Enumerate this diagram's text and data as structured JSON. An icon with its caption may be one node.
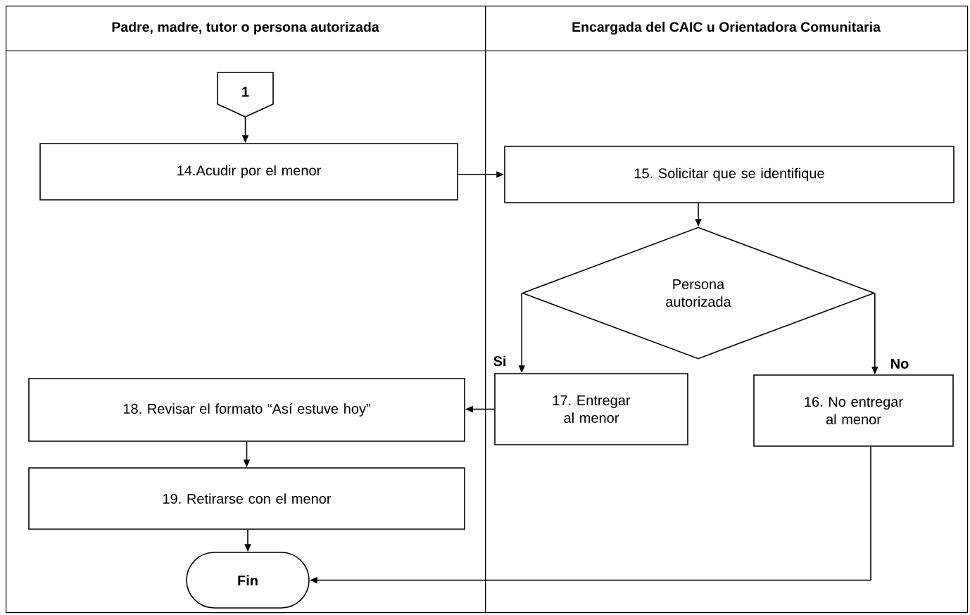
{
  "diagram": {
    "nodes": [
      {
        "text": [
          "Padre, madre, tutor o persona autorizada"
        ]
      },
      {
        "text": [
          "Encargada del CAIC u Orientadora Comunitaria"
        ]
      },
      {
        "text": [
          "1"
        ],
        "in": 0
      },
      {
        "text": [
          "14.Acudir por el menor"
        ],
        "in": 0
      },
      {
        "text": [
          "15. Solicitar que se identifique"
        ],
        "in": 1
      },
      {
        "text": [
          "Persona autorizada"
        ],
        "in": 1
      },
      {
        "text": [
          "17. Entregar al menor"
        ],
        "in": 1
      },
      {
        "text": [
          "16. No entregar al menor"
        ],
        "in": 1
      },
      {
        "text": [
          "18. Revisar el formato “Así estuve hoy”"
        ],
        "in": 0
      },
      {
        "text": [
          "19. Retirarse con el menor"
        ],
        "in": 0
      },
      {
        "text": [
          "Fin"
        ],
        "in": 0
      }
    ],
    "edges": [
      {
        "from": 2,
        "to": 3,
        "arrow": "to"
      },
      {
        "from": 3,
        "to": 4,
        "arrow": "to"
      },
      {
        "from": 4,
        "to": 5,
        "arrow": "to"
      },
      {
        "from": 5,
        "to": 6,
        "arrow": "to",
        "label": "Si"
      },
      {
        "from": 5,
        "to": 7,
        "arrow": "to",
        "label": "No"
      },
      {
        "from": 6,
        "to": 8,
        "arrow": "to"
      },
      {
        "from": 8,
        "to": 9,
        "arrow": "to"
      },
      {
        "from": 9,
        "to": 10,
        "arrow": "to"
      },
      {
        "from": 7,
        "to": 10,
        "arrow": "to"
      }
    ]
  }
}
